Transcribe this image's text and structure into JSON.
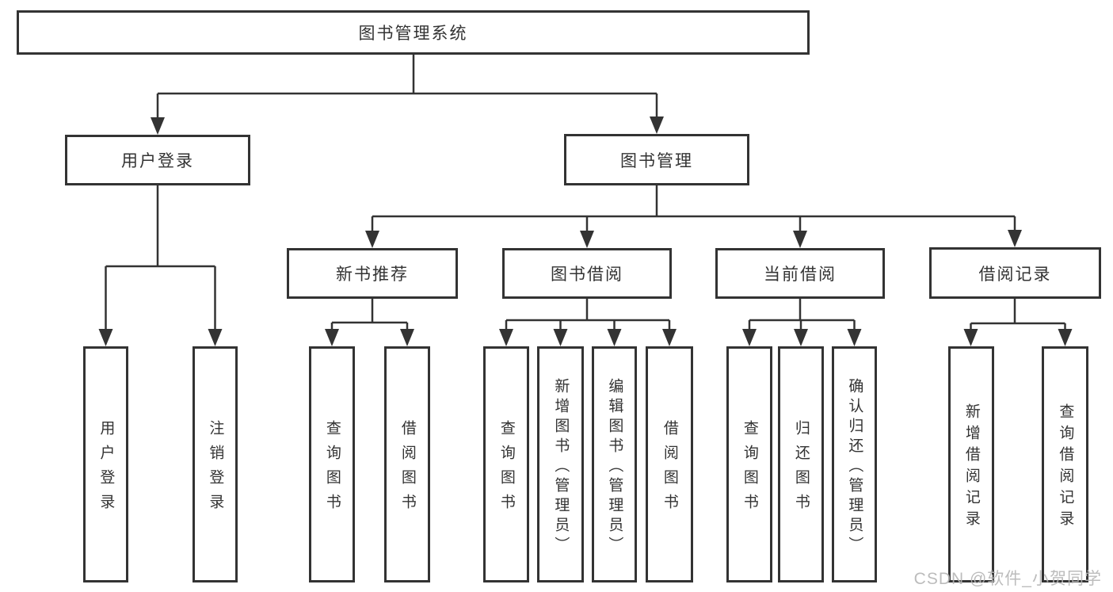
{
  "diagram": {
    "root": "图书管理系统",
    "level2": [
      "用户登录",
      "图书管理"
    ],
    "level3": [
      "新书推荐",
      "图书借阅",
      "当前借阅",
      "借阅记录"
    ],
    "leaves": {
      "user_login": [
        "用户登录",
        "注销登录"
      ],
      "new_book_rec": [
        "查询图书",
        "借阅图书"
      ],
      "book_borrow": [
        "查询图书",
        "新增图书（管理员）",
        "编辑图书（管理员）",
        "借阅图书"
      ],
      "current_borrow": [
        "查询图书",
        "归还图书",
        "确认归还（管理员）"
      ],
      "borrow_record": [
        "新增借阅记录",
        "查询借阅记录"
      ]
    }
  },
  "watermark": {
    "text": "CSDN @软件_小贺同学"
  },
  "colors": {
    "line": "#333333",
    "text": "#333333",
    "background": "#ffffff",
    "watermark": "#b5b5b5"
  }
}
